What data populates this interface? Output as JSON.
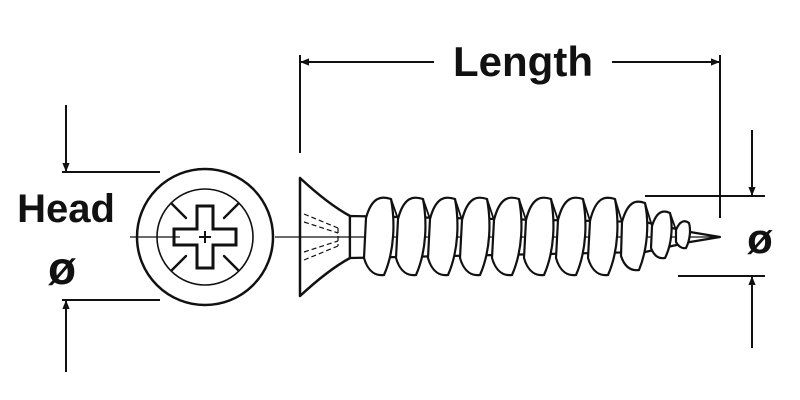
{
  "labels": {
    "length": "Length",
    "head": "Head",
    "head_diameter": "ø",
    "shank_diameter": "ø"
  }
}
